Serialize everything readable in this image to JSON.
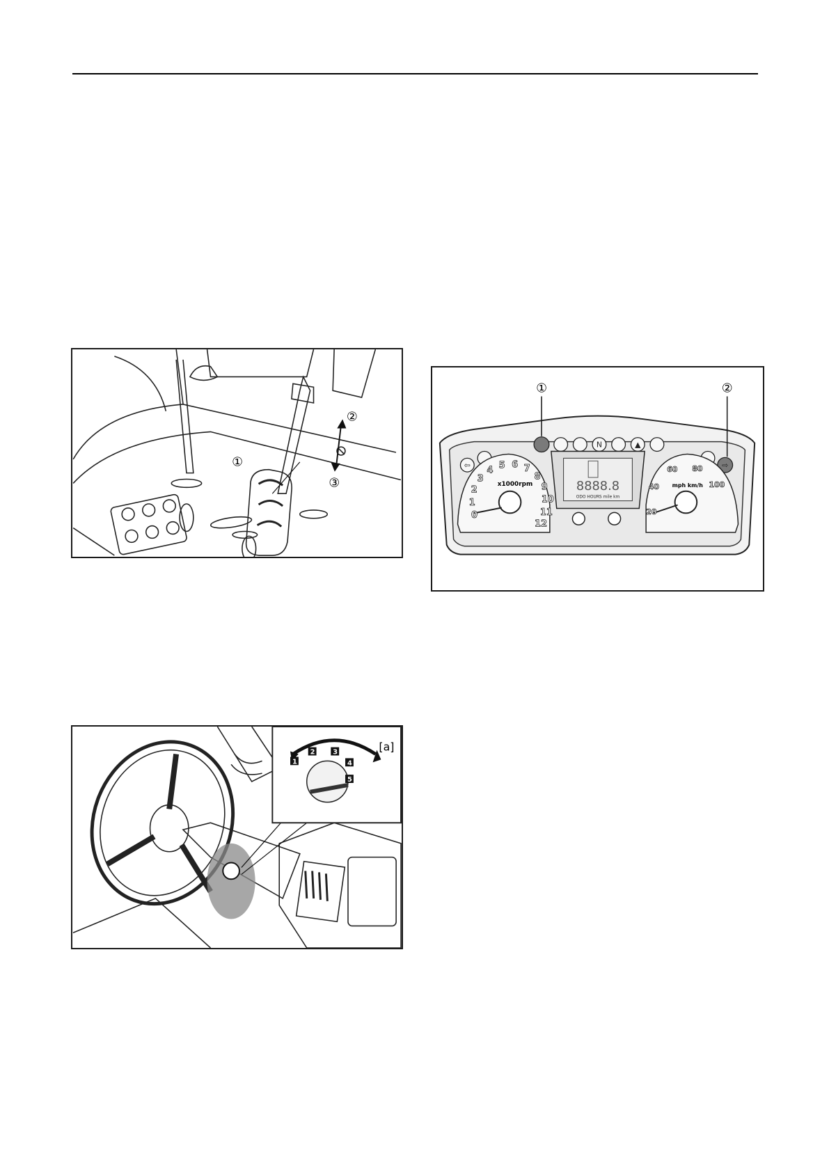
{
  "figures": {
    "pedals": {
      "callouts": [
        "①",
        "②",
        "③"
      ]
    },
    "cluster": {
      "callouts": [
        "①",
        "②"
      ],
      "rpm_unit": "x1000rpm",
      "rpm_ticks": [
        "0",
        "1",
        "2",
        "3",
        "4",
        "5",
        "6",
        "7",
        "8",
        "9",
        "10",
        "11",
        "12"
      ],
      "speed_unit": "mph km/h",
      "speed_ticks": [
        "20",
        "40",
        "60",
        "80",
        "100"
      ],
      "lcd_odometer": "8888.8",
      "lcd_labels": "ODO HOURS mile km",
      "warning_icons": [
        "left-turn-icon",
        "high-beam-icon",
        "oil-pressure-icon",
        "headlight-icon",
        "brake-icon",
        "neutral-icon",
        "seatbelt-icon",
        "hazard-icon",
        "oil-level-icon",
        "parking-lights-icon",
        "right-turn-icon"
      ]
    },
    "ignition": {
      "inset_label": "[a]",
      "key_positions": [
        "1",
        "2",
        "3",
        "4",
        "5"
      ]
    }
  }
}
